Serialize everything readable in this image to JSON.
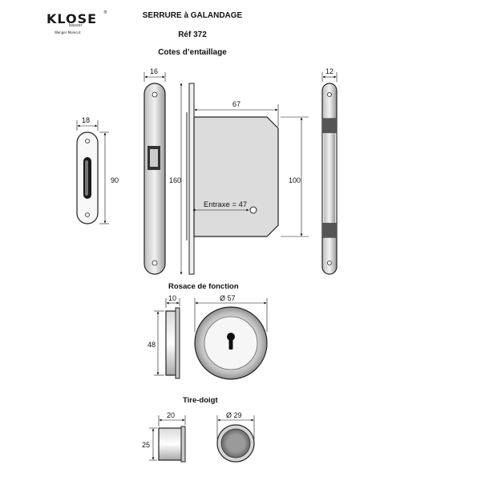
{
  "brand": {
    "name": "KLOSE",
    "tagline": "basser",
    "small": "Wenger Molecut",
    "reg": "®"
  },
  "header": {
    "line1": "SERRURE à  GALANDAGE",
    "line2": "Réf 372",
    "line3": "Cotes d’entaillage"
  },
  "dims": {
    "rosette_width": "18",
    "rosette_height": "90",
    "faceplate_width": "16",
    "faceplate_height": "160",
    "case_width": "67",
    "case_height": "100",
    "entraxe": "Entraxe = 47",
    "side_width": "12",
    "ring_depth": "10",
    "ring_diameter": "Ø 57",
    "ring_height": "48",
    "pull_depth": "20",
    "pull_diameter": "Ø 29",
    "pull_height": "25"
  },
  "sections": {
    "rosace": "Rosace de fonction",
    "tire": "Tire-doigt"
  }
}
